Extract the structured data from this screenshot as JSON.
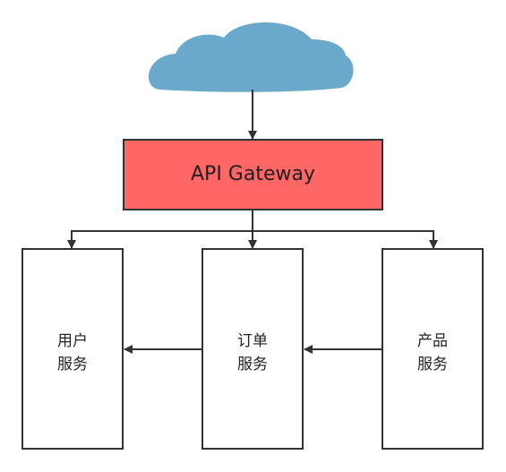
{
  "gateway": {
    "label": "API Gateway"
  },
  "services": [
    {
      "line1": "用户",
      "line2": "服务"
    },
    {
      "line1": "订单",
      "line2": "服务"
    },
    {
      "line1": "产品",
      "line2": "服务"
    }
  ],
  "colors": {
    "cloud": "#6aa9cc",
    "gateway_fill": "#ff6666",
    "stroke": "#333333"
  }
}
